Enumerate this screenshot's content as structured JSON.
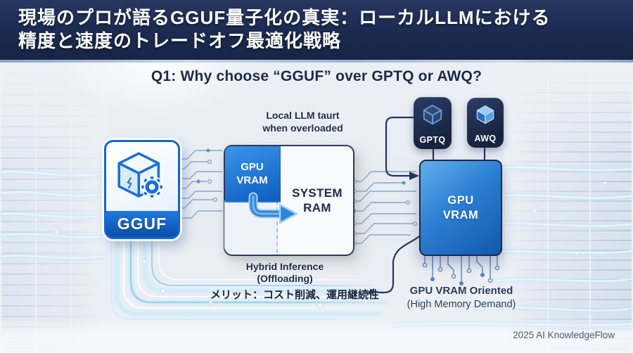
{
  "colors": {
    "header_bg": "#1c2a50",
    "accent_blue": "#1468c8",
    "deep_navy": "#1c2a4a",
    "box_border": "#2a3c5e",
    "stream_blue": "#9ed6f6",
    "tile_navy": "#18243f"
  },
  "icons": {
    "gguf_icon": "cube-gear-icon",
    "gptq_icon": "cube-outline-icon",
    "awq_icon": "cube-solid-icon",
    "offload_arrow": "curved-arrow-icon"
  },
  "header": {
    "title_line1": "現場のプロが語るGGUF量子化の真実：ローカルLLMにおける",
    "title_line2": "精度と速度のトレードオフ最適化戦略"
  },
  "diagram": {
    "question": "Q1: Why choose “GGUF” over GPTQ or AWQ?",
    "gguf": {
      "label": "GGUF"
    },
    "overload_note": {
      "line1": "Local LLM taurt",
      "line2": "when overloaded"
    },
    "hybrid_box": {
      "gpu_vram_line1": "GPU",
      "gpu_vram_line2": "VRAM",
      "system_ram_line1": "SYSTEM",
      "system_ram_line2": "RAM"
    },
    "gptq": {
      "label": "GPTQ"
    },
    "awq": {
      "label": "AWQ"
    },
    "vram_box": {
      "line1": "GPU",
      "line2": "VRAM"
    },
    "hybrid_note": {
      "line1": "Hybrid Inference",
      "line2": "(Offloading)"
    },
    "merit_note": "メリット：コスト削減、運用継続性",
    "vram_note": {
      "line1": "GPU VRAM Oriented",
      "line2": "(High Memory Demand)"
    }
  },
  "footer": {
    "credit": "2025 AI KnowledgeFlow"
  }
}
